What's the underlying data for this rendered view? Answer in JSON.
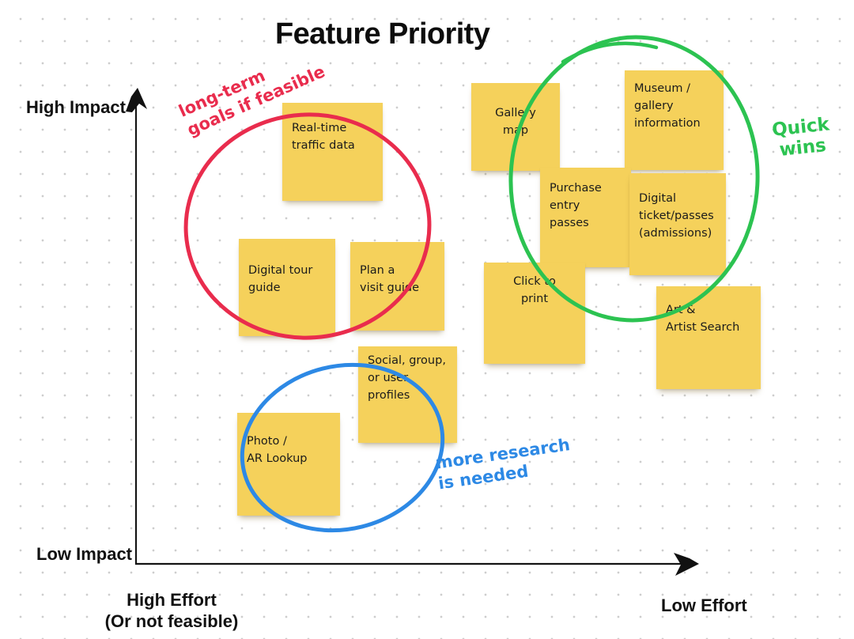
{
  "board": {
    "title": "Feature Priority"
  },
  "axes": {
    "y_top_label": "High Impact",
    "y_bottom_label": "Low Impact",
    "x_left_label": "High Effort\n(Or not feasible)",
    "x_right_label": "Low Effort"
  },
  "annotations": {
    "red": {
      "text": "long-term\ngoals if feasible",
      "color": "#e92c4d"
    },
    "green": {
      "text": "Quick\nwins",
      "color": "#2cc351"
    },
    "blue": {
      "text": "more research\nis needed",
      "color": "#2d89e5"
    }
  },
  "notes": [
    {
      "id": "real-time-traffic-data",
      "text": "Real-time\ntraffic data"
    },
    {
      "id": "digital-tour-guide",
      "text": "Digital tour\nguide"
    },
    {
      "id": "plan-a-visit-guide",
      "text": "Plan a\nvisit guide"
    },
    {
      "id": "gallery-map",
      "text": "Gallery\nmap"
    },
    {
      "id": "museum-gallery-information",
      "text": "Museum /\ngallery\ninformation"
    },
    {
      "id": "purchase-entry-passes",
      "text": "Purchase\nentry\npasses"
    },
    {
      "id": "digital-ticket-passes",
      "text": "Digital\nticket/passes\n(admissions)"
    },
    {
      "id": "click-to-print",
      "text": "Click to\nprint"
    },
    {
      "id": "art-artist-search",
      "text": "Art &\nArtist Search"
    },
    {
      "id": "social-group-user-profiles",
      "text": "Social, group,\nor user\nprofiles"
    },
    {
      "id": "photo-ar-lookup",
      "text": "Photo /\nAR Lookup"
    }
  ],
  "colors": {
    "sticky_note": "#f5d15b",
    "ink": "#111111",
    "red_marker": "#e92c4d",
    "green_marker": "#2cc351",
    "blue_marker": "#2d89e5"
  }
}
